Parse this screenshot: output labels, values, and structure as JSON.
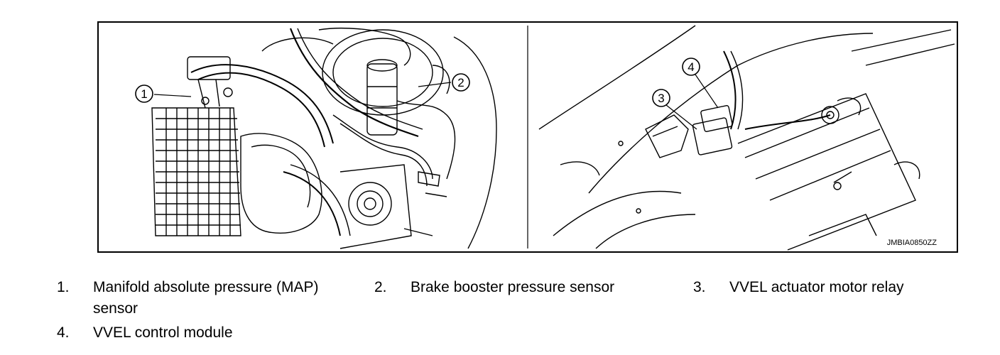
{
  "figure": {
    "figure_id": "JMBIA0850ZZ",
    "callouts": [
      "1",
      "2",
      "3",
      "4"
    ]
  },
  "legend": [
    {
      "num": "1.",
      "text_lines": [
        "Manifold absolute pressure (MAP)",
        "sensor"
      ]
    },
    {
      "num": "2.",
      "text_lines": [
        "Brake booster pressure sensor"
      ]
    },
    {
      "num": "3.",
      "text_lines": [
        "VVEL actuator motor relay"
      ]
    },
    {
      "num": "4.",
      "text_lines": [
        "VVEL control module"
      ]
    }
  ]
}
